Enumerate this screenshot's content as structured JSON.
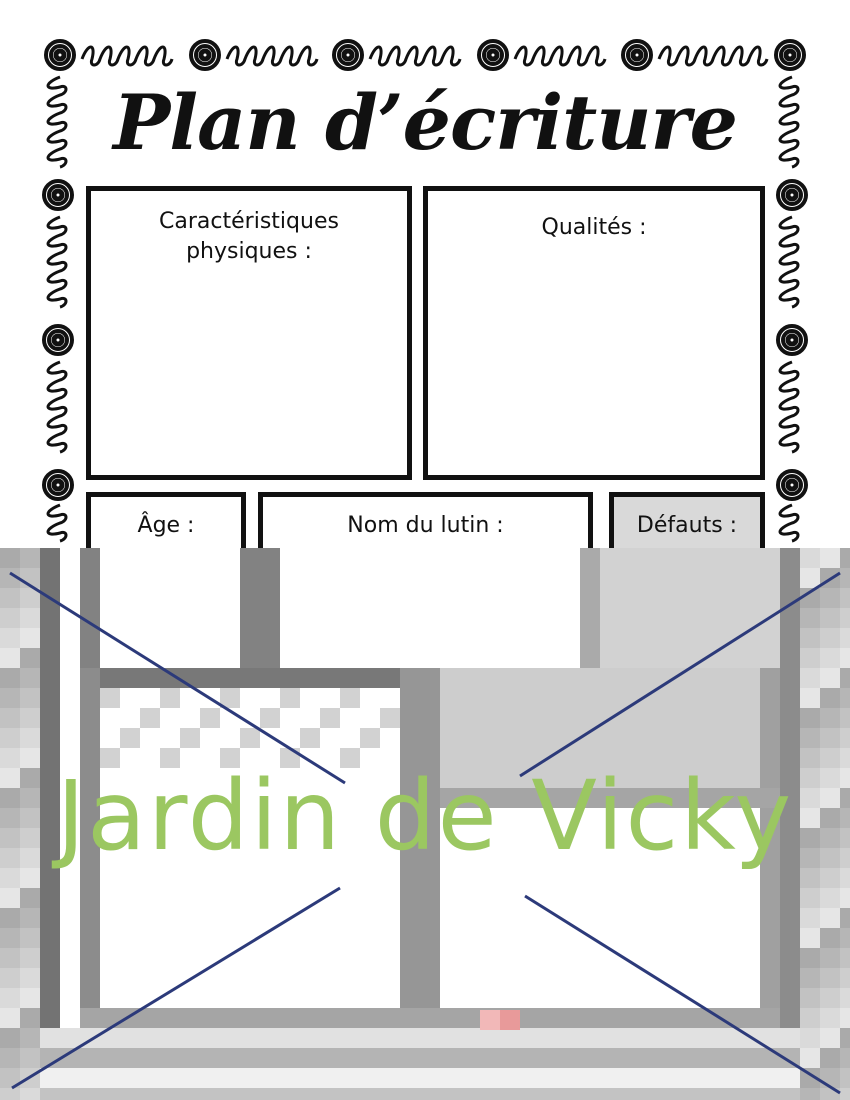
{
  "title": "Plan d’écriture",
  "boxes": {
    "physical": "Caractéristiques\nphysiques :",
    "qualities": "Qualités :",
    "age": "Âge :",
    "name": "Nom du lutin :",
    "flaws": "Défauts :"
  },
  "watermark": "Jardin de Vicky",
  "colors": {
    "ink": "#111111",
    "watermark": "#9bc761",
    "cross": "#2c3a7a",
    "flaws_fill": "#d9d9d9"
  },
  "icons": [
    "swirl-border-icon",
    "cross-out-icon"
  ]
}
